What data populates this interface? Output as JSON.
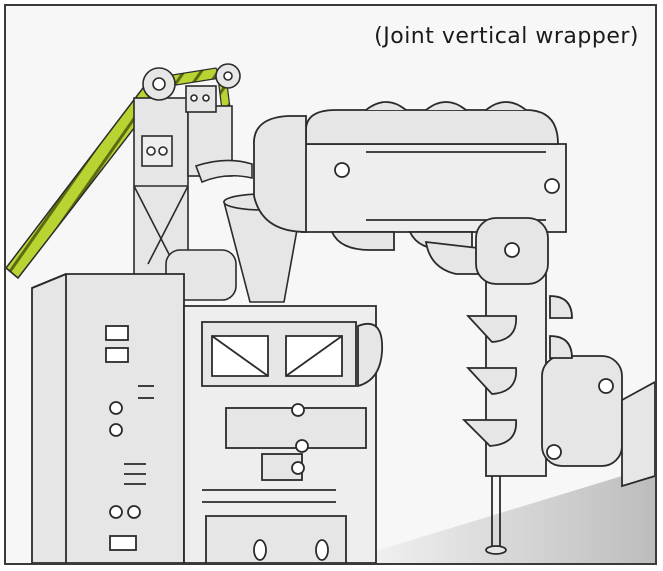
{
  "caption": "(Joint vertical wrapper)",
  "colors": {
    "line": "#2b2b2b",
    "machine_fill": "#e6e6e6",
    "panel_fill": "#eeeeee",
    "film_green": "#b8d433",
    "background": "#f7f7f7"
  },
  "icons": [
    "joint-vertical-wrapper-machine",
    "bucket-elevator",
    "packaging-film-roll"
  ]
}
